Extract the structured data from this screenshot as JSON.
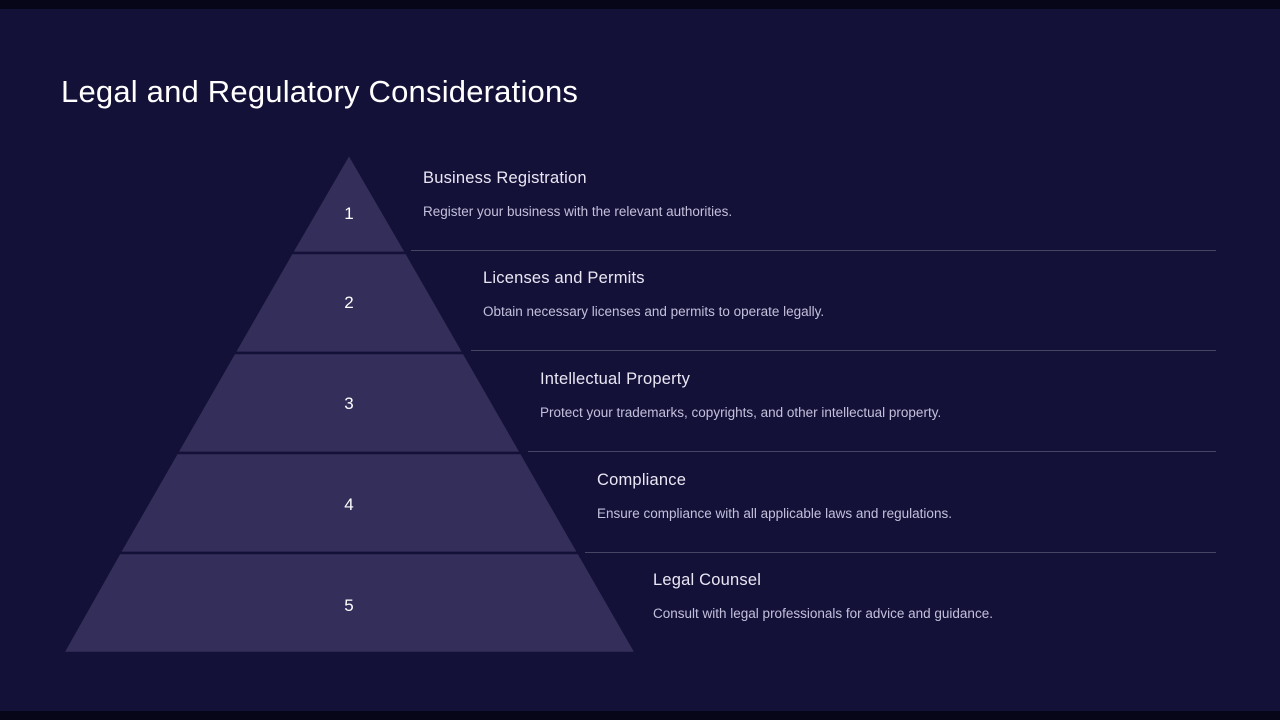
{
  "slide": {
    "title": "Legal and Regulatory Considerations"
  },
  "colors": {
    "background": "#141138",
    "frame": "#070518",
    "pyramid": "#332f5a",
    "title": "#ffffff",
    "heading": "#e9e7f4",
    "body": "#c3c0dc",
    "number": "#ffffff",
    "divider": "rgba(255,255,255,0.22)"
  },
  "levels": [
    {
      "number": "1",
      "title": "Business Registration",
      "description": "Register your business with the relevant authorities."
    },
    {
      "number": "2",
      "title": "Licenses and Permits",
      "description": "Obtain necessary licenses and permits to operate legally."
    },
    {
      "number": "3",
      "title": "Intellectual Property",
      "description": "Protect your trademarks, copyrights, and other intellectual property."
    },
    {
      "number": "4",
      "title": "Compliance",
      "description": "Ensure compliance with all applicable laws and regulations."
    },
    {
      "number": "5",
      "title": "Legal Counsel",
      "description": "Consult with legal professionals for advice and guidance."
    }
  ]
}
